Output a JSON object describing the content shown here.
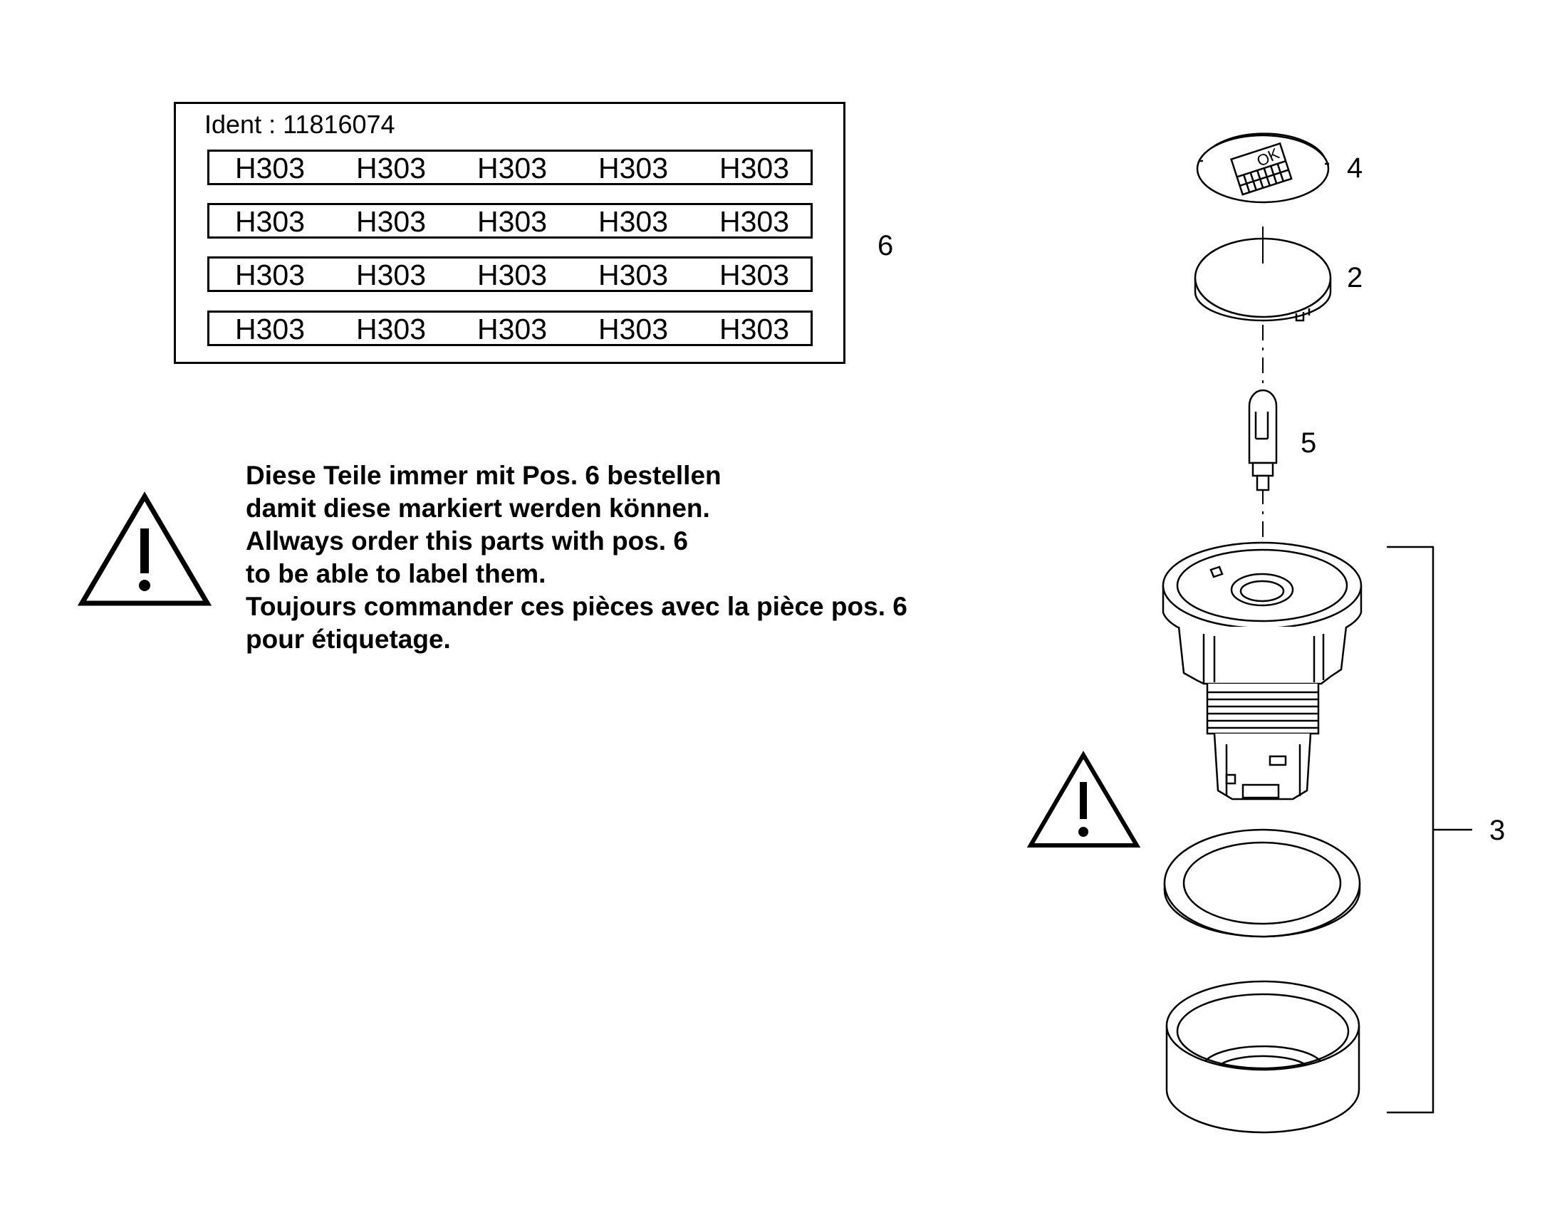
{
  "label_sheet": {
    "ident": "Ident : 11816074",
    "rows": [
      [
        "H303",
        "H303",
        "H303",
        "H303",
        "H303"
      ],
      [
        "H303",
        "H303",
        "H303",
        "H303",
        "H303"
      ],
      [
        "H303",
        "H303",
        "H303",
        "H303",
        "H303"
      ],
      [
        "H303",
        "H303",
        "H303",
        "H303",
        "H303"
      ]
    ]
  },
  "notes": [
    "Diese Teile immer mit Pos. 6 bestellen",
    "damit diese markiert werden können.",
    "Allways order this parts with pos. 6",
    "to be able to label them.",
    "Toujours commander ces pièces avec la pièce pos. 6",
    "pour étiquetage."
  ],
  "callouts": {
    "pos2": "2",
    "pos3": "3",
    "pos4": "4",
    "pos5": "5",
    "pos6": "6"
  },
  "cap_text": "OK"
}
